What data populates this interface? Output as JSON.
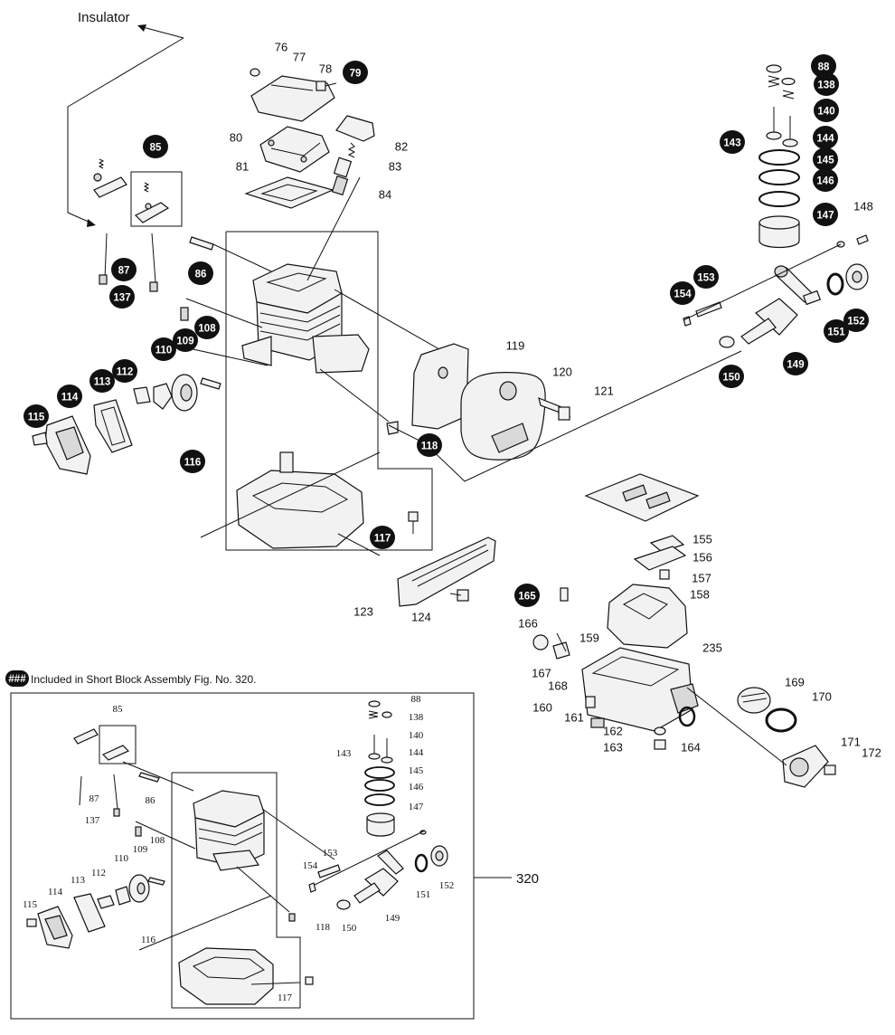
{
  "callout_label": "Insulator",
  "note": {
    "marker": "###",
    "text": "Included in Short Block Assembly Fig. No. 320."
  },
  "assembly_number": "320",
  "parts": [
    {
      "n": "76",
      "marked": false
    },
    {
      "n": "77",
      "marked": false
    },
    {
      "n": "78",
      "marked": false
    },
    {
      "n": "79",
      "marked": true
    },
    {
      "n": "80",
      "marked": false
    },
    {
      "n": "81",
      "marked": false
    },
    {
      "n": "82",
      "marked": false
    },
    {
      "n": "83",
      "marked": false
    },
    {
      "n": "84",
      "marked": false
    },
    {
      "n": "85",
      "marked": true
    },
    {
      "n": "86",
      "marked": true
    },
    {
      "n": "87",
      "marked": true
    },
    {
      "n": "88",
      "marked": true
    },
    {
      "n": "108",
      "marked": true
    },
    {
      "n": "109",
      "marked": true
    },
    {
      "n": "110",
      "marked": true
    },
    {
      "n": "112",
      "marked": true
    },
    {
      "n": "113",
      "marked": true
    },
    {
      "n": "114",
      "marked": true
    },
    {
      "n": "115",
      "marked": true
    },
    {
      "n": "116",
      "marked": true
    },
    {
      "n": "117",
      "marked": true
    },
    {
      "n": "118",
      "marked": true
    },
    {
      "n": "119",
      "marked": false
    },
    {
      "n": "120",
      "marked": false
    },
    {
      "n": "121",
      "marked": false
    },
    {
      "n": "123",
      "marked": false
    },
    {
      "n": "124",
      "marked": false
    },
    {
      "n": "137",
      "marked": true
    },
    {
      "n": "138",
      "marked": true
    },
    {
      "n": "140",
      "marked": true
    },
    {
      "n": "143",
      "marked": true
    },
    {
      "n": "144",
      "marked": true
    },
    {
      "n": "145",
      "marked": true
    },
    {
      "n": "146",
      "marked": true
    },
    {
      "n": "147",
      "marked": true
    },
    {
      "n": "148",
      "marked": false
    },
    {
      "n": "149",
      "marked": true
    },
    {
      "n": "150",
      "marked": true
    },
    {
      "n": "151",
      "marked": true
    },
    {
      "n": "152",
      "marked": true
    },
    {
      "n": "153",
      "marked": true
    },
    {
      "n": "154",
      "marked": true
    },
    {
      "n": "155",
      "marked": false
    },
    {
      "n": "156",
      "marked": false
    },
    {
      "n": "157",
      "marked": false
    },
    {
      "n": "158",
      "marked": false
    },
    {
      "n": "159",
      "marked": false
    },
    {
      "n": "160",
      "marked": false
    },
    {
      "n": "161",
      "marked": false
    },
    {
      "n": "162",
      "marked": false
    },
    {
      "n": "163",
      "marked": false
    },
    {
      "n": "164",
      "marked": false
    },
    {
      "n": "165",
      "marked": true
    },
    {
      "n": "166",
      "marked": false
    },
    {
      "n": "167",
      "marked": false
    },
    {
      "n": "168",
      "marked": false
    },
    {
      "n": "169",
      "marked": false
    },
    {
      "n": "170",
      "marked": false
    },
    {
      "n": "171",
      "marked": false
    },
    {
      "n": "172",
      "marked": false
    },
    {
      "n": "235",
      "marked": false
    }
  ],
  "short_block_parts": [
    "85",
    "86",
    "87",
    "88",
    "108",
    "109",
    "110",
    "112",
    "113",
    "114",
    "115",
    "116",
    "117",
    "118",
    "137",
    "138",
    "140",
    "143",
    "144",
    "145",
    "146",
    "147",
    "149",
    "150",
    "151",
    "152",
    "153",
    "154"
  ],
  "colors": {
    "ink": "#111111",
    "paper": "#ffffff",
    "badge": "#111111",
    "badge_text": "#ffffff",
    "part_fill": "#f2f2f2"
  }
}
